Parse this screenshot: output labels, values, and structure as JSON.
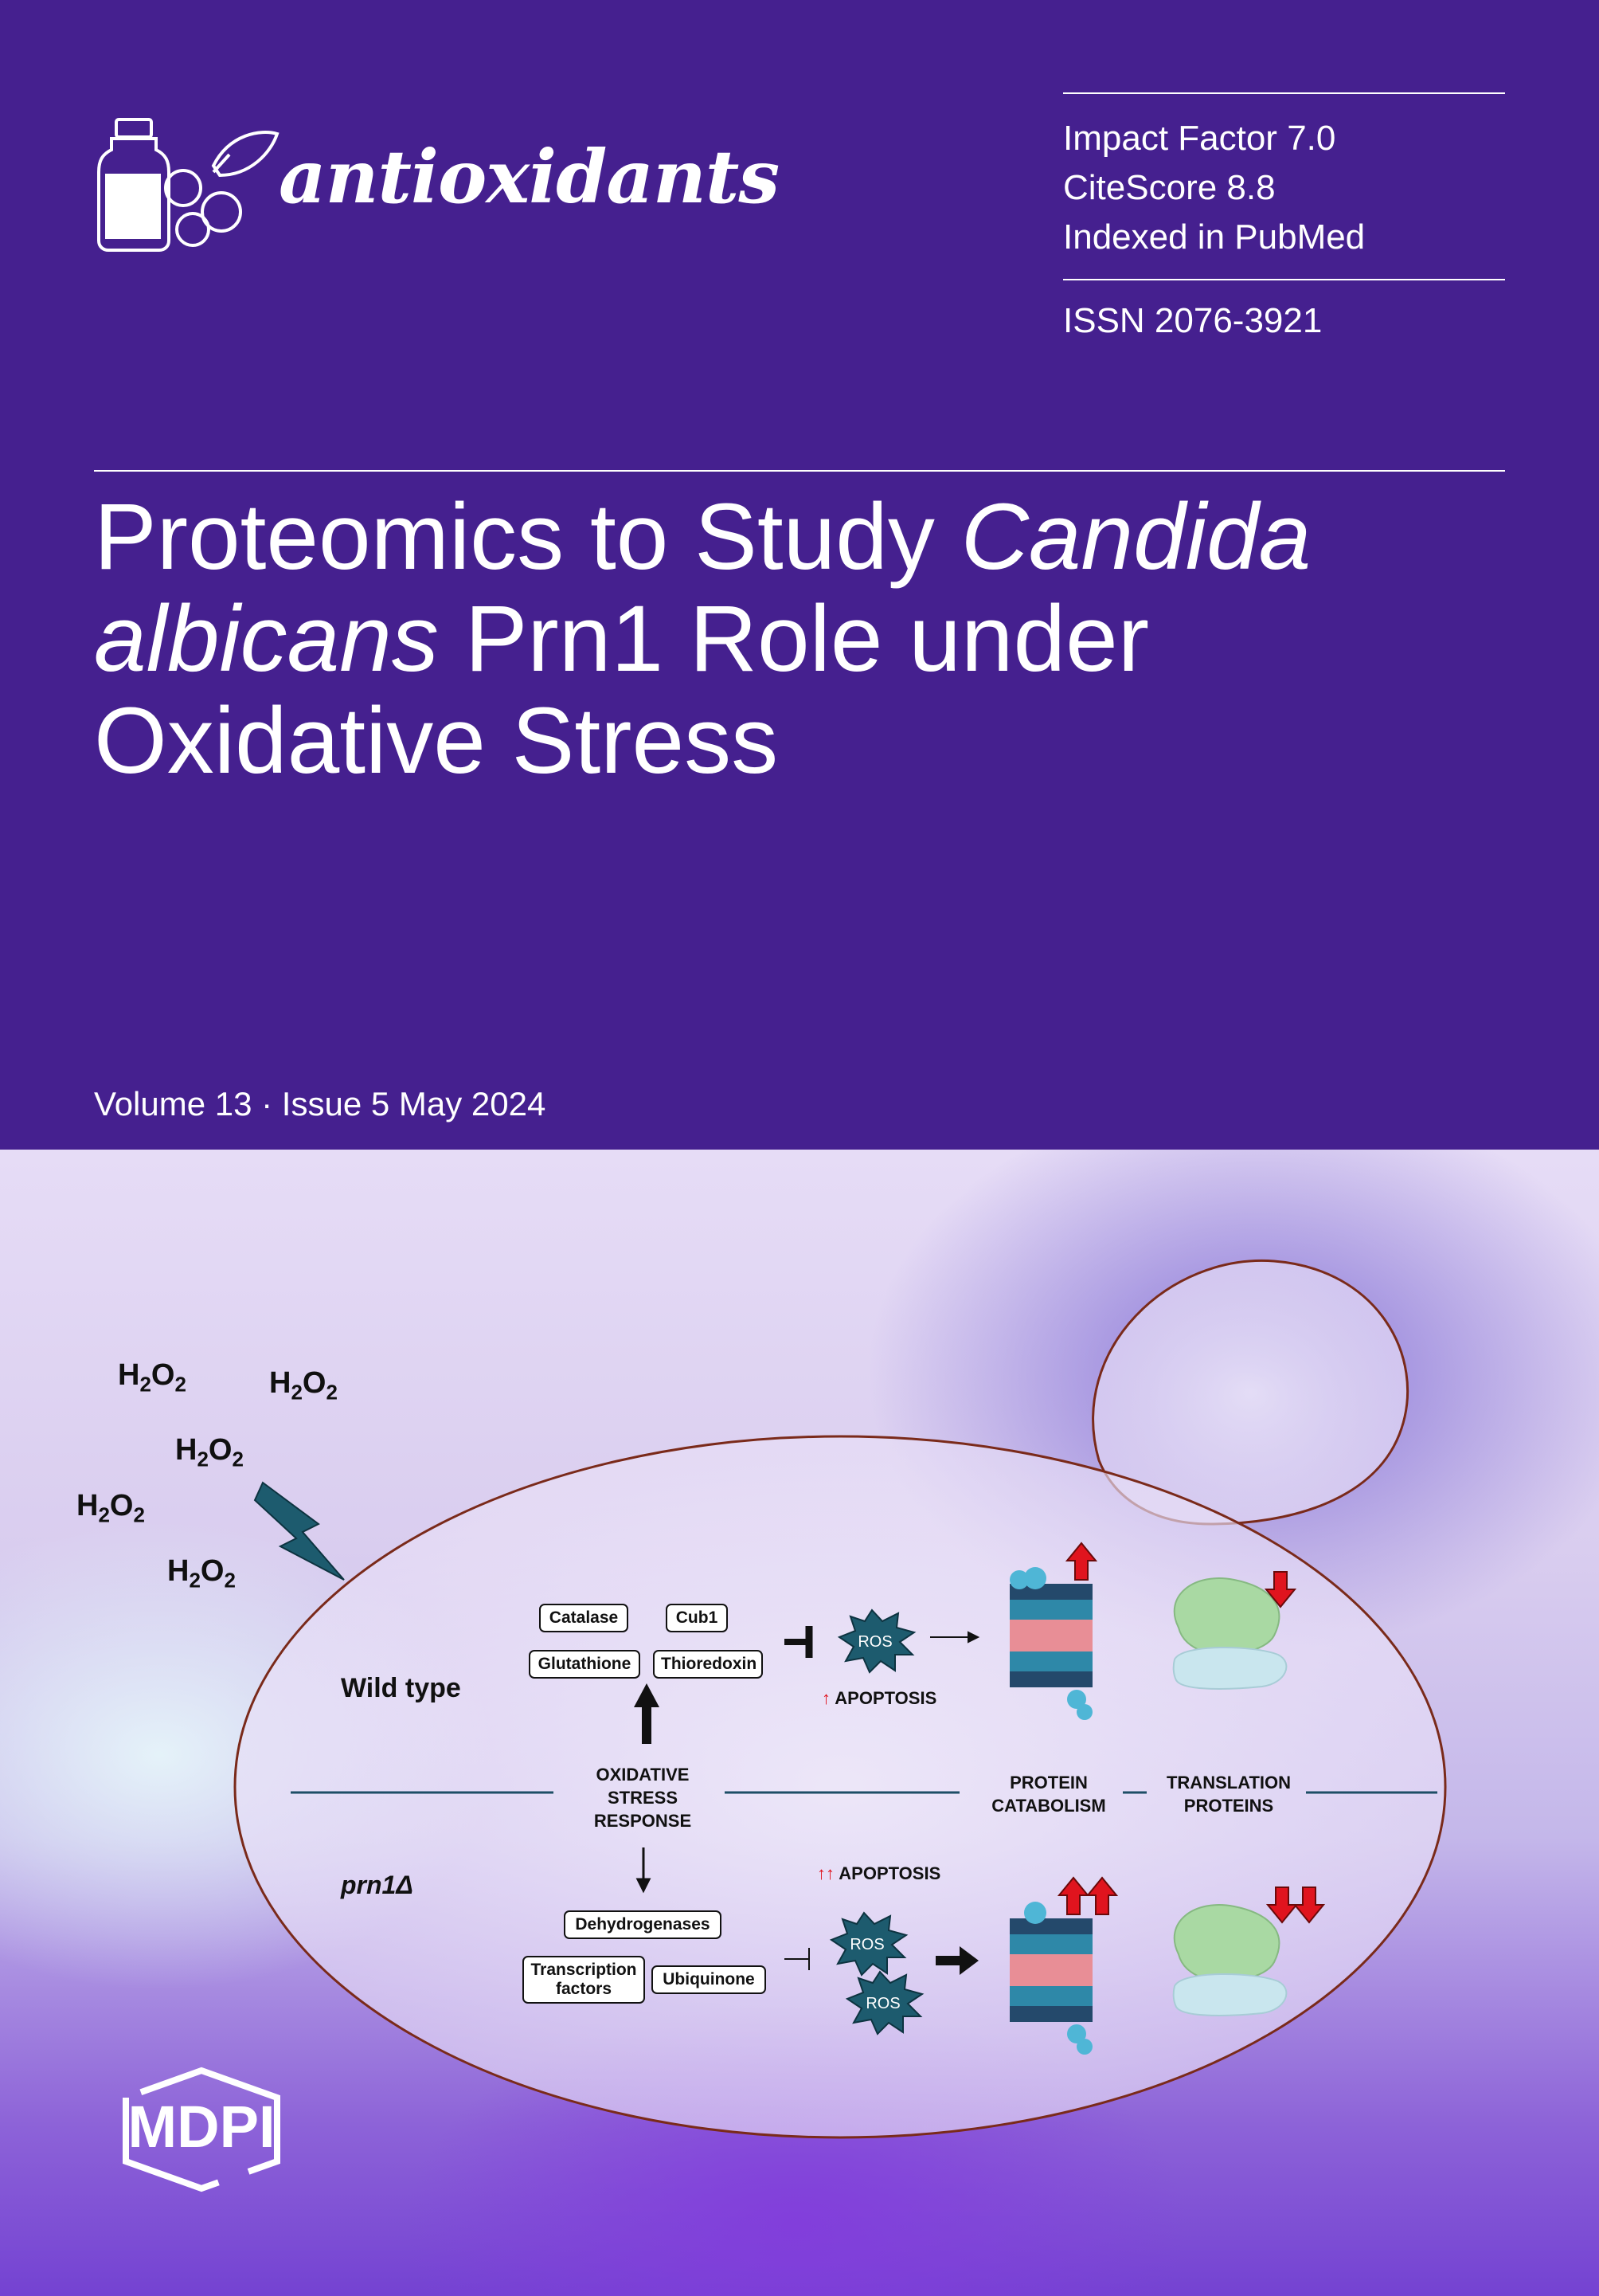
{
  "journal": {
    "name": "antioxidants",
    "logo_icon": "bottle-berries-icon"
  },
  "metrics": {
    "impact_factor": "Impact Factor 7.0",
    "citescore": "CiteScore 8.8",
    "indexed": "Indexed in PubMed",
    "issn": "ISSN 2076-3921"
  },
  "article": {
    "title_part1": "Proteomics to Study ",
    "title_italic1": "Candida albicans",
    "title_part2": " Prn1 Role under Oxidative Stress"
  },
  "issue": {
    "volume_line": "Volume 13 · Issue 5 May 2024"
  },
  "diagram": {
    "h2o2_label": "H",
    "h2o2_sub1": "2",
    "h2o2_mid": "O",
    "h2o2_sub2": "2",
    "wild_type_label": "Wild type",
    "mutant_label": "prn1Δ",
    "wild_type_boxes": [
      "Catalase",
      "Cub1",
      "Glutathione",
      "Thioredoxin"
    ],
    "mutant_boxes": [
      "Dehydrogenases",
      "Transcription factors",
      "Ubiquinone"
    ],
    "center_label": "OXIDATIVE STRESS RESPONSE",
    "center_label_lines": [
      "OXIDATIVE",
      "STRESS",
      "RESPONSE"
    ],
    "ros_label": "ROS",
    "apoptosis_label": "APOPTOSIS",
    "apoptosis_wt_arrow": "↑",
    "apoptosis_mut_arrow": "↑↑",
    "protein_catabolism_lines": [
      "PROTEIN",
      "CATABOLISM"
    ],
    "translation_proteins_lines": [
      "TRANSLATION",
      "PROTEINS"
    ],
    "colors": {
      "ros": "#1d5b6e",
      "up_arrow": "#e0141e",
      "cell_outline": "#7a2a1a"
    }
  },
  "publisher": {
    "name": "MDPI"
  }
}
